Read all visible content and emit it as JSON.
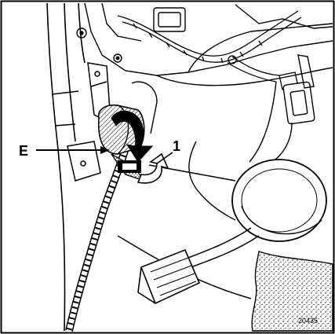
{
  "labels": {
    "callout_e": "E",
    "callout_1": "1",
    "figure_number": "20435"
  }
}
